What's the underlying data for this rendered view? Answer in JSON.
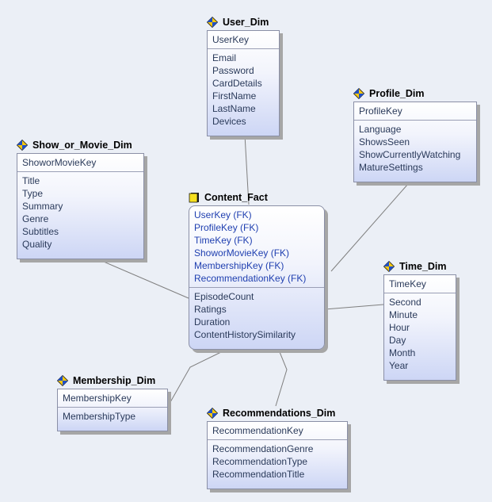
{
  "entities": {
    "user_dim": {
      "title": "User_Dim",
      "keys": [
        "UserKey"
      ],
      "attrs": [
        "Email",
        "Password",
        "CardDetails",
        "FirstName",
        "LastName",
        "Devices"
      ]
    },
    "profile_dim": {
      "title": "Profile_Dim",
      "keys": [
        "ProfileKey"
      ],
      "attrs": [
        "Language",
        "ShowsSeen",
        "ShowCurrentlyWatching",
        "MatureSettings"
      ]
    },
    "show_dim": {
      "title": "Show_or_Movie_Dim",
      "keys": [
        "ShoworMovieKey"
      ],
      "attrs": [
        "Title",
        "Type",
        "Summary",
        "Genre",
        "Subtitles",
        "Quality"
      ]
    },
    "content_fact": {
      "title": "Content_Fact",
      "keys": [
        "UserKey (FK)",
        "ProfileKey (FK)",
        "TimeKey (FK)",
        "ShoworMovieKey (FK)",
        "MembershipKey (FK)",
        "RecommendationKey (FK)"
      ],
      "attrs": [
        "EpisodeCount",
        "Ratings",
        "Duration",
        "ContentHistorySimilarity"
      ]
    },
    "time_dim": {
      "title": "Time_Dim",
      "keys": [
        "TimeKey"
      ],
      "attrs": [
        "Second",
        "Minute",
        "Hour",
        "Day",
        "Month",
        "Year"
      ]
    },
    "membership_dim": {
      "title": "Membership_Dim",
      "keys": [
        "MembershipKey"
      ],
      "attrs": [
        "MembershipType"
      ]
    },
    "recommendations_dim": {
      "title": "Recommendations_Dim",
      "keys": [
        "RecommendationKey"
      ],
      "attrs": [
        "RecommendationGenre",
        "RecommendationType",
        "RecommendationTitle"
      ]
    }
  },
  "colors": {
    "background": "#ebeff6",
    "fk_text": "#1f3fb0",
    "attr_text": "#2a3a5a",
    "connector": "#7f7f7f"
  }
}
